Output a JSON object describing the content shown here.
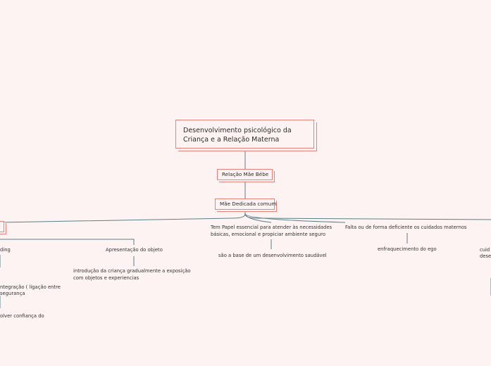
{
  "map": {
    "central_topic": "Desenvolvimento psicológico da Criança e a Relação Materna",
    "level1": "Relação Mãe Bébe",
    "level2": "Mãe Dedicada comum",
    "branches": {
      "left_partial": {
        "label_fragment": "ding",
        "child_line1": "ntegração ( ligação entre",
        "child_line2": "segurança",
        "grandchild": "olver confiança do"
      },
      "objeto": {
        "label": "Apresentação do objeto",
        "child_line1": "introdução da criança gradualmente a exposição",
        "child_line2": "com objetos e experiencias"
      },
      "papel": {
        "label_line1": "Tem Papel essencial para atender às necessidades",
        "label_line2": "básicas, emocional e propiciar ambiente seguro",
        "child": "são a base de um desenvolvimento saudável"
      },
      "falta": {
        "label": "Falta ou de forma deficiente os cuidados maternos",
        "child": "enfraquecimento do ego"
      },
      "right_partial": {
        "line1": "cuid",
        "line2": "dese"
      }
    }
  },
  "colors": {
    "background": "#fdf3f2",
    "box_border": "#e8827a",
    "connector": "#5a7f86"
  }
}
